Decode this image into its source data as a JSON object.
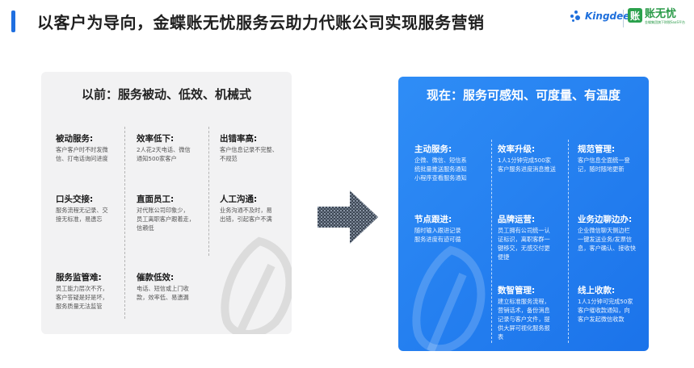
{
  "header": {
    "title": "以客户为导向，金蝶账无忧服务云助力代账公司实现服务营销",
    "logo_kingdee": "Kingdee",
    "logo_zwy_mark": "账",
    "logo_zwy": "账无忧",
    "logo_zwy_sub": "金蝶集团旗下财税SaaS平台"
  },
  "left": {
    "title": "以前：服务被动、低效、机械式",
    "items": [
      {
        "title": "被动服务:",
        "desc": "客户客户时不时发微\n信、打电话询问进度"
      },
      {
        "title": "效率低下:",
        "desc": "2人花2天电话、微信\n通知500家客户"
      },
      {
        "title": "出错率高:",
        "desc": "客户信息记录不完整、\n不规范"
      },
      {
        "title": "口头交接:",
        "desc": "服务流程无记录、交\n接无标准，易遗忘"
      },
      {
        "title": "直面员工:",
        "desc": "对代账公司印象少，\n员工离职客户跟着走，\n信赖低"
      },
      {
        "title": "人工沟通:",
        "desc": "业务沟通不及时，易\n出错，引起客户不满"
      },
      {
        "title": "服务监管难:",
        "desc": "员工能力层次不齐，\n客户答疑是好是坏，\n服务质量无法监管"
      },
      {
        "title": "催款低效:",
        "desc": "电话、短信或上门收\n款，效率低、易遗漏"
      }
    ]
  },
  "right": {
    "title": "现在：服务可感知、可度量、有温度",
    "items": [
      {
        "title": "主动服务:",
        "desc": "企微、微信、短信系\n统批量推送服务通知\n小程序查看服务通知"
      },
      {
        "title": "效率升级:",
        "desc": "1人1分钟完成500家\n客户服务进度消息推送"
      },
      {
        "title": "规范管理:",
        "desc": "客户信息全面统一登\n记，随时随地更新"
      },
      {
        "title": "节点跟进:",
        "desc": "随时输入跟进记录\n服务进度有迹可循"
      },
      {
        "title": "品牌运营:",
        "desc": "员工拥有公司统一认\n证标识，离职客群一\n键移交，无感交付更\n便捷"
      },
      {
        "title": "业务边聊边办:",
        "desc": "企业微信聊天侧边栏\n一键发送业务/发票信\n息，客户确认、接收快"
      },
      {
        "title": "数智管理:",
        "desc": "建立标准服务流程，\n营销话术，备份消息\n记录与客户文件，提\n供大屏可视化服务报\n表"
      },
      {
        "title": "线上收款:",
        "desc": "1人1分钟可完成50家\n客户催收款通知，向\n客户发起微信收款"
      }
    ]
  }
}
